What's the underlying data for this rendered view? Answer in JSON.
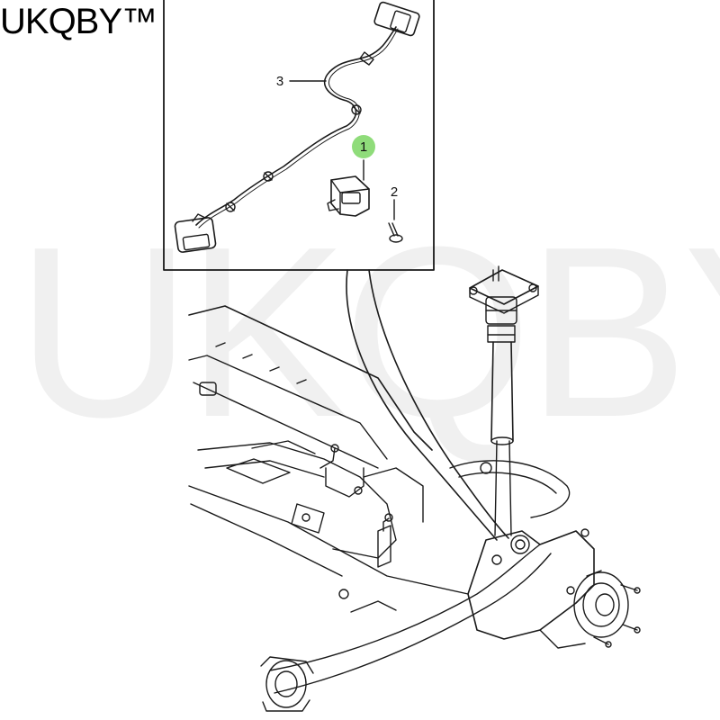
{
  "brand": {
    "logo_text": "UKQBY™"
  },
  "watermark": {
    "text": "UKQBY™"
  },
  "callouts": [
    {
      "id": "1",
      "label": "1",
      "highlight_color": "#8fdc7a",
      "part": "sensor"
    },
    {
      "id": "2",
      "label": "2",
      "part": "bolt"
    },
    {
      "id": "3",
      "label": "3",
      "part": "wiring-harness"
    }
  ],
  "colors": {
    "line": "#1a1a1a",
    "highlight": "#8fdc7a",
    "background": "#ffffff"
  }
}
